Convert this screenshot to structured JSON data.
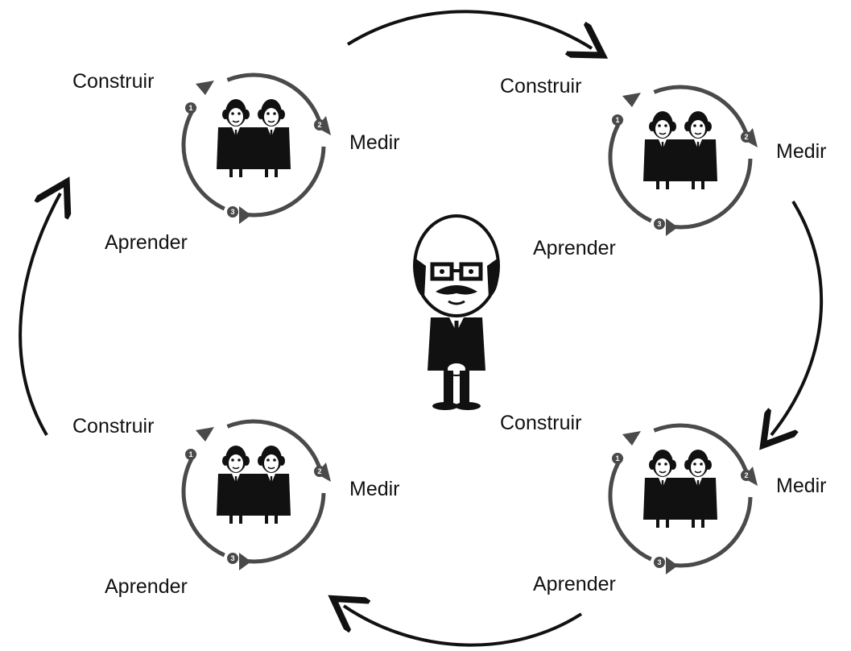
{
  "diagram": {
    "labels": {
      "build": "Construir",
      "measure": "Medir",
      "learn": "Aprender"
    },
    "step_numbers": [
      "1",
      "2",
      "3"
    ],
    "teams": [
      {
        "position": "top-left"
      },
      {
        "position": "top-right"
      },
      {
        "position": "bottom-right"
      },
      {
        "position": "bottom-left"
      }
    ],
    "center_figure": "manager-figure",
    "team_figure": "twin-employees-figure",
    "outer_flow": "clockwise",
    "colors": {
      "ring": "#4a4a4a",
      "arrow": "#111111",
      "figure": "#111111",
      "text": "#111111"
    }
  }
}
